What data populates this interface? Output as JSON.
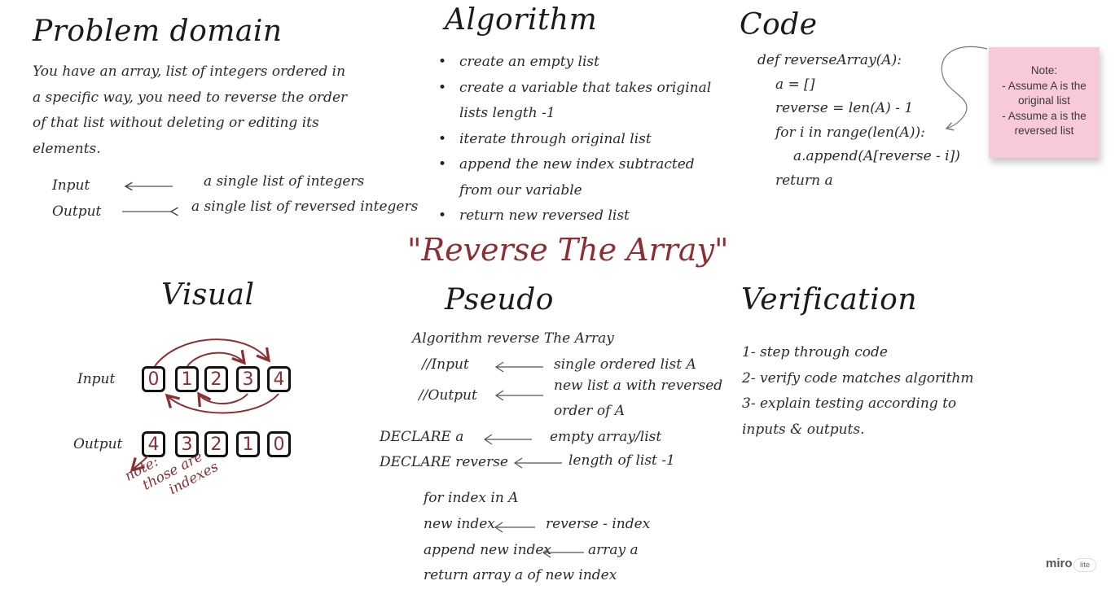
{
  "problem_domain": {
    "heading": "Problem domain",
    "lines": [
      "You have an array, list of integers ordered in",
      "a specific way, you need to reverse the order",
      "of that list without deleting or editing its",
      "elements."
    ],
    "input_label": "Input",
    "input_desc": "a single list of integers",
    "output_label": "Output",
    "output_desc": "a single list of reversed integers"
  },
  "algorithm": {
    "heading": "Algorithm",
    "steps": [
      "create an empty list",
      "create a variable that takes original",
      "lists length -1",
      "iterate through original list",
      "append the new index subtracted",
      "from our variable",
      "return new reversed list"
    ]
  },
  "code": {
    "heading": "Code",
    "lines": [
      "def reverseArray(A):",
      "a = []",
      "reverse = len(A) - 1",
      "for i in range(len(A)):",
      "a.append(A[reverse - i])",
      "return a"
    ]
  },
  "sticky_note": {
    "title": "Note:",
    "lines": [
      "- Assume A is the",
      "original list",
      "- Assume a is the",
      "reversed list"
    ],
    "color": "#f8c9d9"
  },
  "title": "\"Reverse The Array\"",
  "visual": {
    "heading": "Visual",
    "input_label": "Input",
    "output_label": "Output",
    "input_values": [
      "0",
      "1",
      "2",
      "3",
      "4"
    ],
    "output_values": [
      "4",
      "3",
      "2",
      "1",
      "0"
    ],
    "note": [
      "note:",
      "those are",
      "indexes"
    ]
  },
  "pseudo": {
    "heading": "Pseudo",
    "header_line": "Algorithm reverse The Array",
    "input_label": "//Input",
    "input_desc": "single ordered list A",
    "output_label": "//Output",
    "output_desc_1": "new list a with reversed",
    "output_desc_2": "order of A",
    "declare_a": "DECLARE  a",
    "declare_a_desc": "empty array/list",
    "declare_reverse": "DECLARE reverse",
    "declare_reverse_desc": "length of list -1",
    "for_line": "for index in A",
    "new_index": "new index",
    "new_index_desc": "reverse - index",
    "append_line": "append new index",
    "append_desc": "array a",
    "return_line": "return array a of new index"
  },
  "verification": {
    "heading": "Verification",
    "items": [
      "1- step through code",
      "2- verify code matches algorithm",
      "3- explain testing according to",
      "inputs & outputs."
    ]
  },
  "branding": {
    "logo": "miro",
    "badge": "lite"
  },
  "colors": {
    "accent": "#8b2f33",
    "ink": "#1f1f1f"
  }
}
